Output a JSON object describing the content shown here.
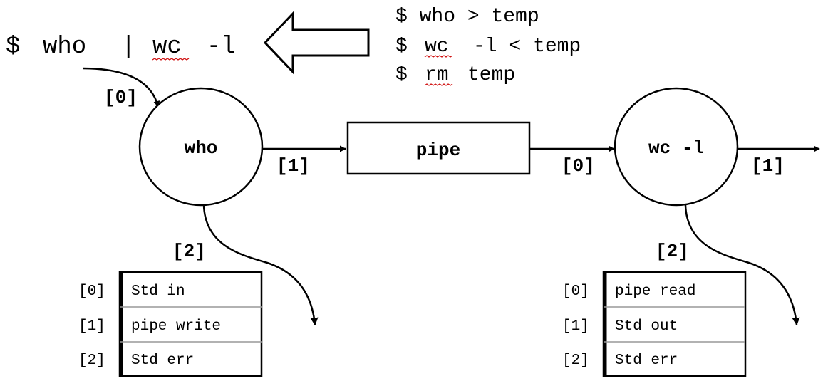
{
  "main_command": {
    "prompt": "$",
    "who": "who",
    "bar": "|",
    "wc": "wc",
    "flag": "-l"
  },
  "alt_commands": {
    "line1": "$ who > temp",
    "line2_prompt": "$",
    "line2_wc": "wc",
    "line2_rest": "-l < temp",
    "line3_prompt": "$",
    "line3_rm": "rm",
    "line3_rest": "temp"
  },
  "nodes": {
    "who": "who",
    "pipe": "pipe",
    "wc": "wc -l"
  },
  "ports": {
    "who_in": "[0]",
    "who_out": "[1]",
    "who_err": "[2]",
    "wc_in": "[0]",
    "wc_out": "[1]",
    "wc_err": "[2]"
  },
  "fd_tables": {
    "who": {
      "indices": [
        "[0]",
        "[1]",
        "[2]"
      ],
      "entries": [
        "Std in",
        "pipe write",
        "Std err"
      ]
    },
    "wc": {
      "indices": [
        "[0]",
        "[1]",
        "[2]"
      ],
      "entries": [
        "pipe read",
        "Std out",
        "Std err"
      ]
    }
  }
}
